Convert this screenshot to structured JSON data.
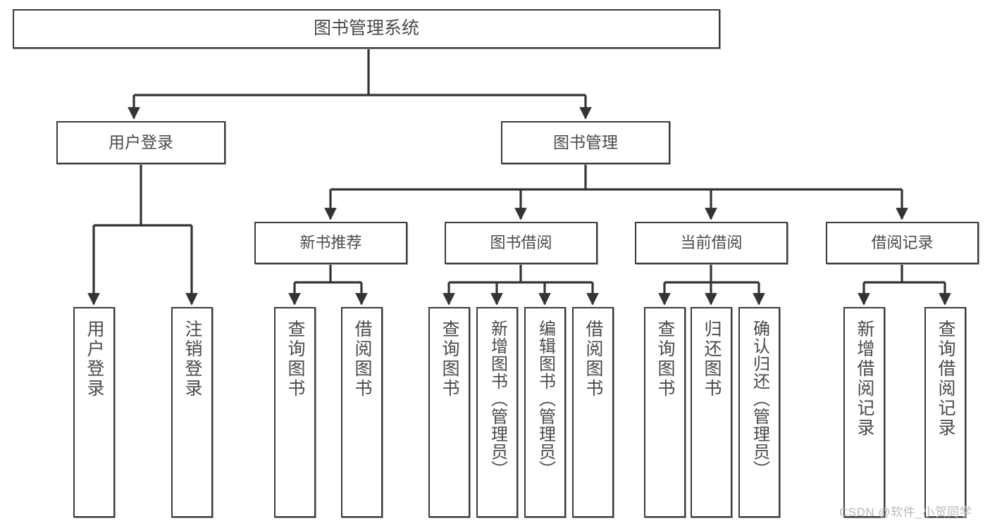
{
  "diagram": {
    "title": "图书管理系统",
    "type": "hierarchy-tree",
    "watermark": "CSDN @软件_小贺同学",
    "colors": {
      "box_border": "#3b3b3b",
      "box_fill": "#ffffff",
      "text": "#4a4a4a",
      "connector": "#333333",
      "watermark": "#b8b8b8"
    },
    "root": {
      "label": "图书管理系统"
    },
    "level2": [
      {
        "label": "用户登录"
      },
      {
        "label": "图书管理"
      }
    ],
    "level3": [
      {
        "label": "新书推荐"
      },
      {
        "label": "图书借阅"
      },
      {
        "label": "当前借阅"
      },
      {
        "label": "借阅记录"
      }
    ],
    "leaves": {
      "user_login": [
        {
          "label": "用户登录"
        },
        {
          "label": "注销登录"
        }
      ],
      "new_book_recommend": [
        {
          "label": "查询图书"
        },
        {
          "label": "借阅图书"
        }
      ],
      "book_borrow": [
        {
          "label": "查询图书"
        },
        {
          "label": "新增图书（管理员）"
        },
        {
          "label": "编辑图书（管理员）"
        },
        {
          "label": "借阅图书"
        }
      ],
      "current_borrow": [
        {
          "label": "查询图书"
        },
        {
          "label": "归还图书"
        },
        {
          "label": "确认归还（管理员）"
        }
      ],
      "borrow_record": [
        {
          "label": "新增借阅记录"
        },
        {
          "label": "查询借阅记录"
        }
      ]
    }
  }
}
